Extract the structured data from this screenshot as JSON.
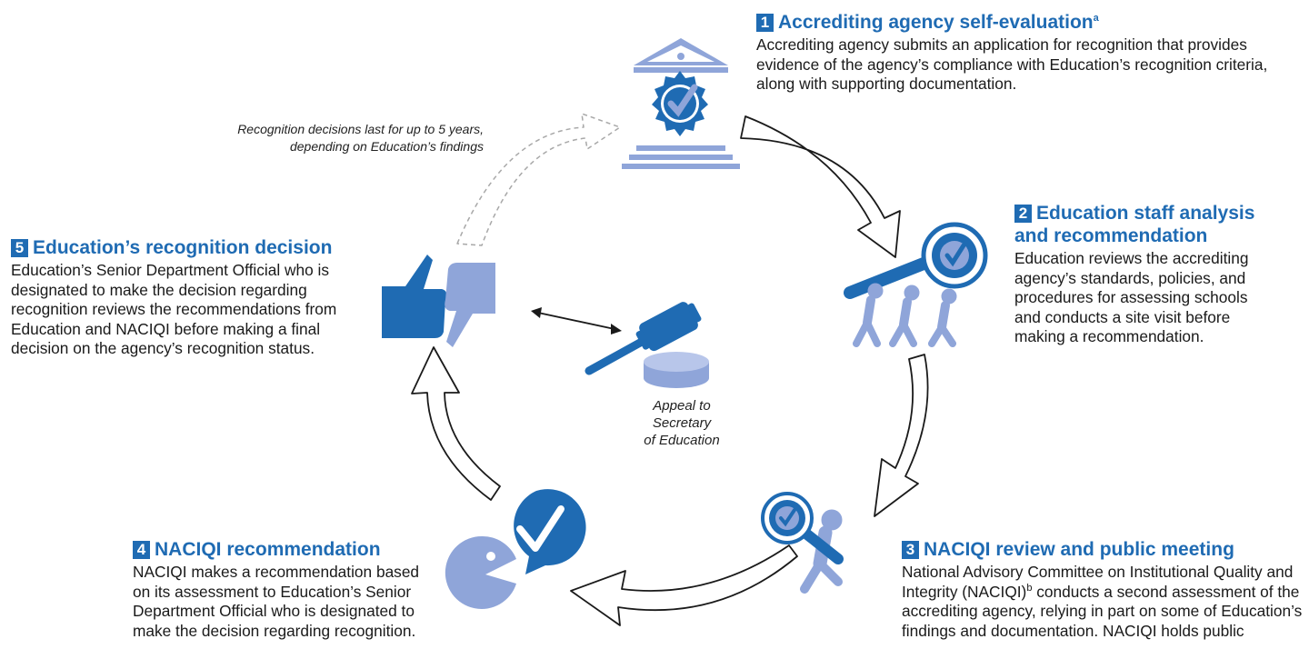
{
  "steps": [
    {
      "num": "1",
      "title": "Accrediting agency self-evaluation",
      "title_sup": "a",
      "body": "Accrediting agency submits an application for recognition that provides evidence of the agency’s compliance with Education’s recognition criteria, along with supporting documentation."
    },
    {
      "num": "2",
      "title_line1": "Education staff analysis",
      "title_line2": "and recommendation",
      "body": "Education reviews the accrediting agency’s standards, policies, and procedures for assessing schools and conducts a site visit before making a recommendation."
    },
    {
      "num": "3",
      "title": "NACIQI review and public meeting",
      "body_pre": "National Advisory Committee on Institutional Quality and Integrity (NACIQI)",
      "body_sup": "b",
      "body_post": " conducts a second assessment of the accrediting agency, relying in part on some of Education’s findings and documentation. NACIQI holds public"
    },
    {
      "num": "4",
      "title": "NACIQI recommendation",
      "body": "NACIQI makes a recommendation based on its assessment to Education’s Senior Department Official who is designated to make the decision regarding recognition."
    },
    {
      "num": "5",
      "title": "Education’s recognition decision",
      "body": "Education’s Senior Department Official who is designated to make the decision regarding recognition reviews the recommendations from Education and NACIQI before making a final decision on the agency’s recognition status."
    }
  ],
  "notes": {
    "cycle_line1": "Recognition decisions last for up to 5 years,",
    "cycle_line2": "depending on Education’s findings",
    "appeal_line1": "Appeal to",
    "appeal_line2": "Secretary",
    "appeal_line3": "of Education"
  },
  "colors": {
    "accent": "#1f6bb3",
    "light": "#8fa5d9",
    "arrow_stroke": "#1a1a1a",
    "dashed": "#a8a8a8"
  },
  "icons": [
    "building-seal-icon",
    "team-magnifier-icon",
    "person-magnifier-icon",
    "speech-check-icon",
    "thumbs-up-down-icon",
    "gavel-icon"
  ]
}
